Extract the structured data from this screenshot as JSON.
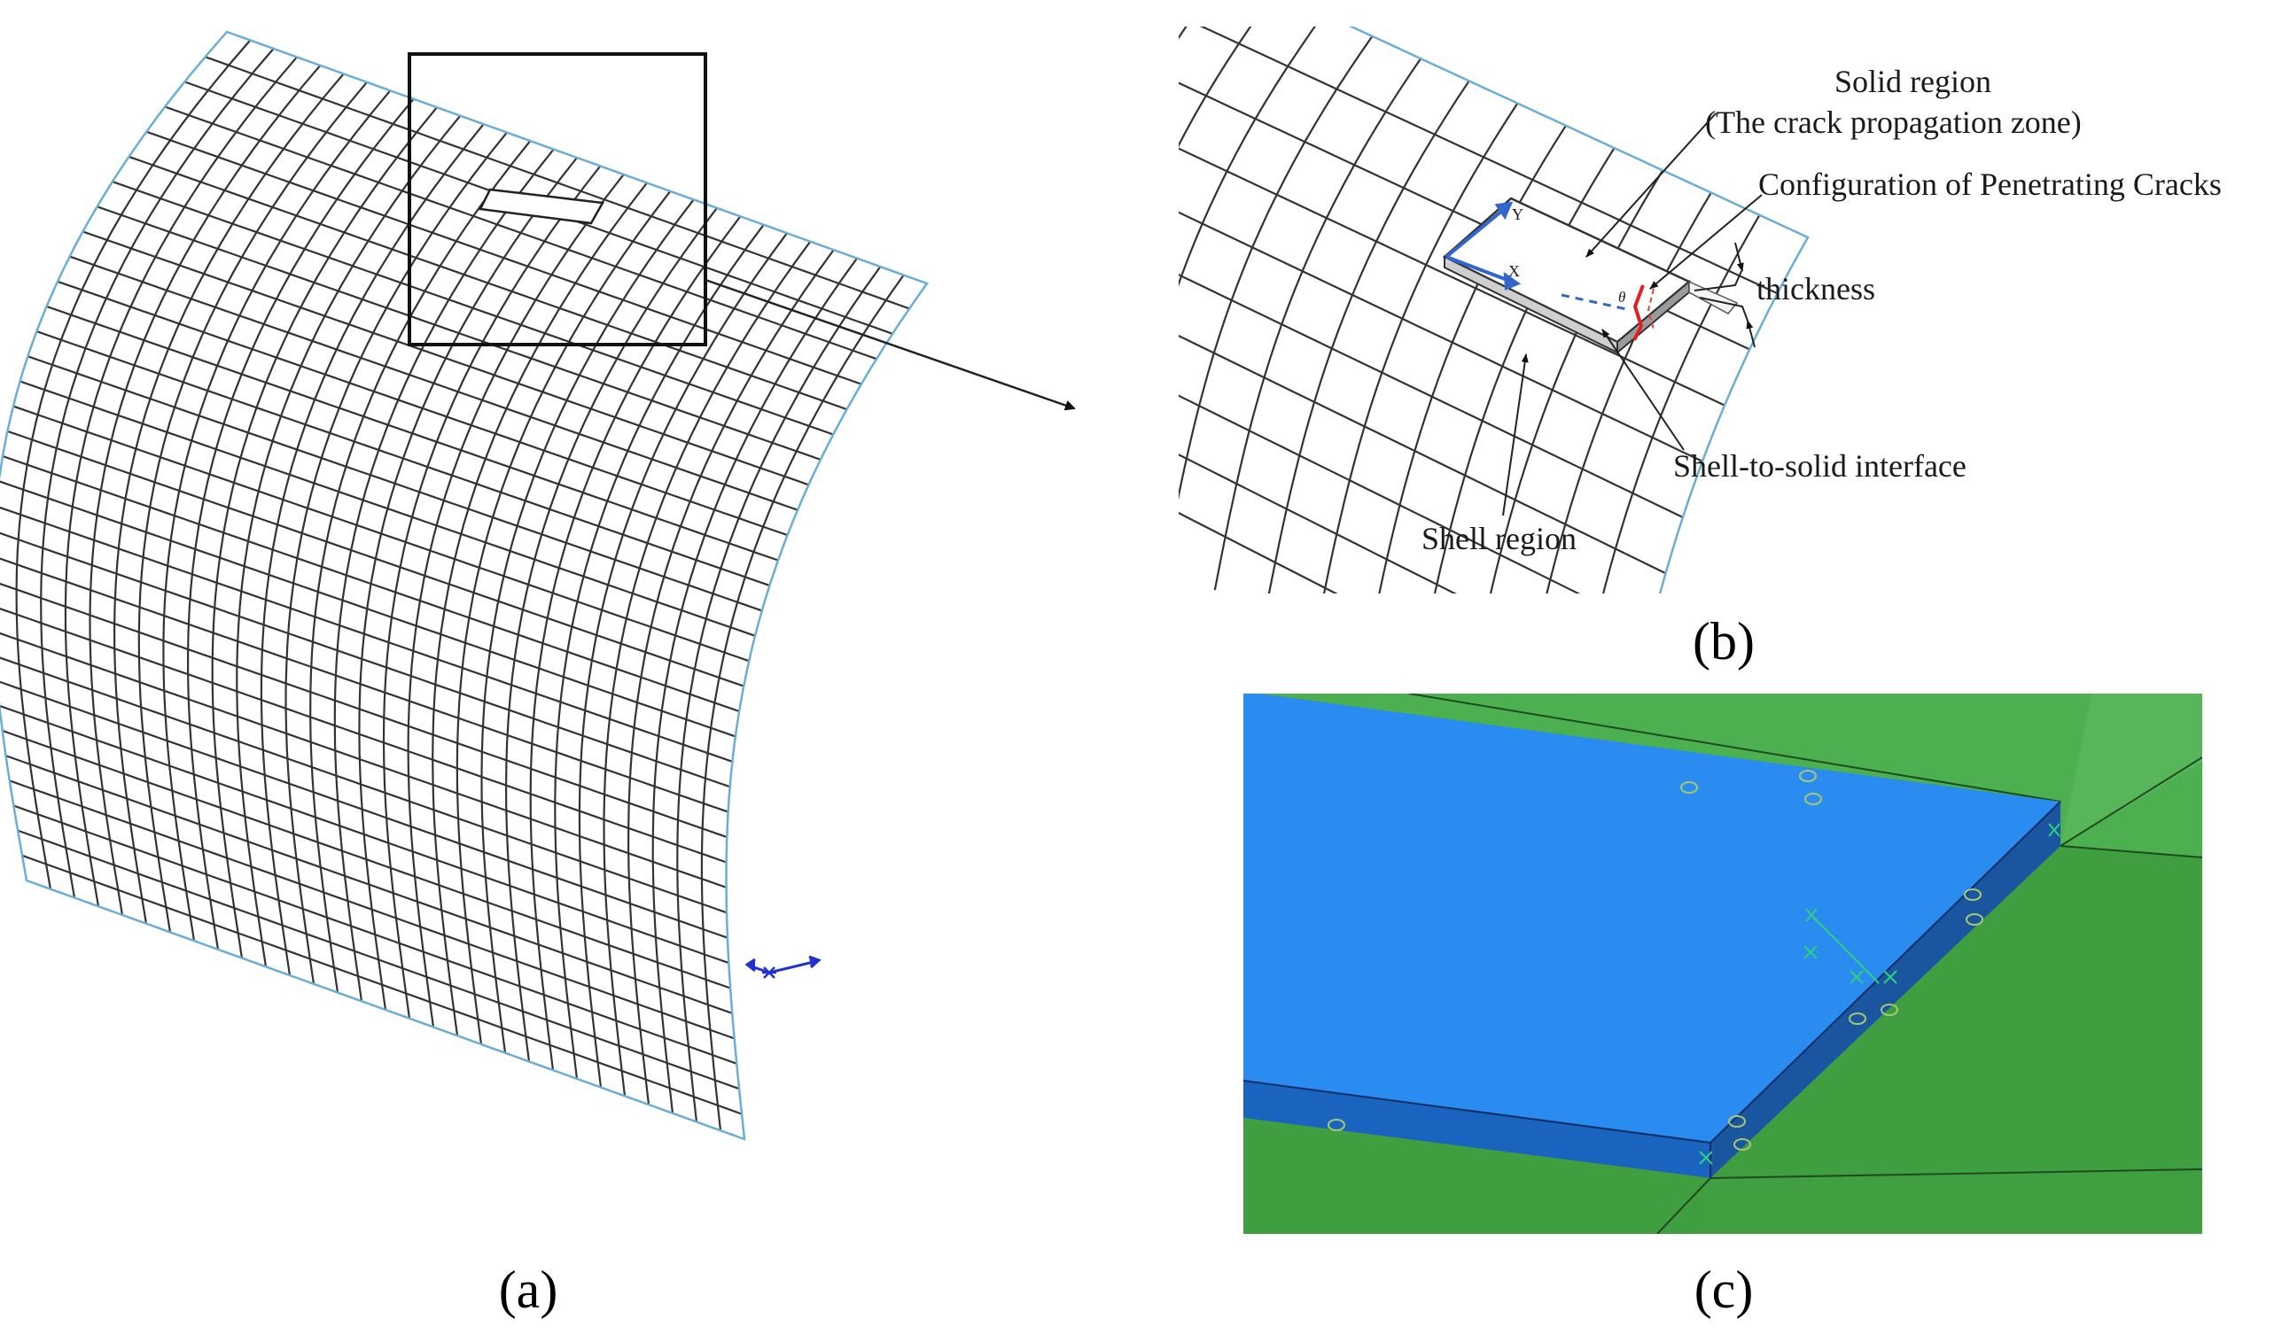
{
  "captions": {
    "a": "(a)",
    "b": "(b)",
    "c": "(c)"
  },
  "panel_b": {
    "labels": {
      "solid_region": "Solid region",
      "crack_zone": "(The crack propagation zone)",
      "crack_config": "Configuration of Penetrating Cracks",
      "thickness": "thickness",
      "interface": "Shell-to-solid interface",
      "shell_region": "Shell region"
    },
    "axes": {
      "x": "X",
      "y": "Y",
      "angle": "θ"
    }
  },
  "colors": {
    "mesh_line": "#333333",
    "mesh_boundary": "#6aaed6",
    "solid_top": "#2a8cf0",
    "solid_side": "#1a5aa8",
    "shell_green": "#4caf50",
    "shell_green_dark": "#3f9e40",
    "crack_red": "#e02020",
    "axis_blue": "#3366cc",
    "triad_blue": "#2233cc"
  }
}
